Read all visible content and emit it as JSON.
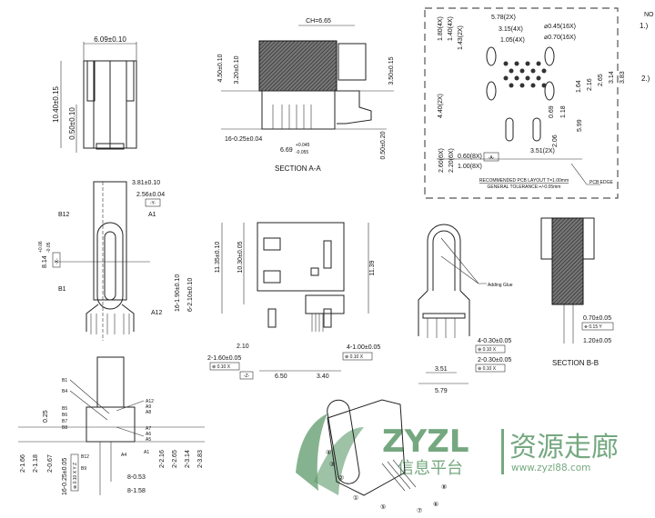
{
  "front_view": {
    "width": "6.09±0.10",
    "height": "10.40±0.15",
    "offset": "0.50±0.10"
  },
  "section_aa": {
    "ch": "CH=6.65",
    "h1": "4.50±0.10",
    "h2": "3.20±0.10",
    "h3": "3.50±0.15",
    "pins": "16-0.25±0.04",
    "w_base": "6.69",
    "w_plus": "+0.045",
    "w_minus": "-0.055",
    "gap": "0.50±0.20",
    "title": "SECTION A-A"
  },
  "pcb_layout": {
    "d1": "5.78(2X)",
    "d2": "3.15(4X)",
    "d3": "1.05(4X)",
    "hole1": "⌀0.45(16X)",
    "hole2": "⌀0.70(16X)",
    "v1": "1.80(4X)",
    "v2": "1.40(4X)",
    "v3": "1.43(2X)",
    "v4": "4.40(2X)",
    "r1": "1.64",
    "r2": "2.16",
    "r3": "2.65",
    "r4": "3.14",
    "r5": "3.83",
    "c1": "0.69",
    "c2": "1.18",
    "c3": "5.99",
    "c4": "2.06",
    "c5": "3.51(2X)",
    "b1": "2.60(6X)",
    "b2": "2.20(6X)",
    "b3": "0.60(8X)",
    "b4": "1.00(8X)",
    "datum": "-A-",
    "title": "RECOMMENDED PCB LAYOUT T=1.00mm",
    "tolerance": "GENERAL TOLERANCE:+/-0.05mm",
    "edge": "PCB EDGE"
  },
  "notes": {
    "head": "NO",
    "n1": "1.)",
    "n2": "2.)"
  },
  "end_view": {
    "w1": "3.81±0.10",
    "w2": "2.56±0.04",
    "datum_y": "-Y-",
    "b12": "B12",
    "a1": "A1",
    "b1": "B1",
    "a12": "A12",
    "h_base": "8.14",
    "h_plus": "+0.06",
    "h_minus": "-0.05",
    "datum_x": "-X-",
    "p1": "16-1.90±0.10",
    "p2": "6-2.10±0.10"
  },
  "side_view": {
    "h1": "11.35±0.10",
    "h2": "10.30±0.05",
    "h3": "11.39",
    "d1": "2.10",
    "d2": "2-1.60±0.05",
    "tol1": "⊕ 0.10 X",
    "datum_z": "-Z-",
    "d3": "6.50",
    "d4": "3.40",
    "d5": "4-1.00±0.05",
    "tol2": "⊕ 0.10 X"
  },
  "glue_view": {
    "glue": "Adding Glue",
    "p1": "4-0.30±0.05",
    "tol1": "⊕ 0.10 X",
    "p2": "2-0.30±0.05",
    "tol2": "⊕ 0.10 X",
    "w1": "3.51",
    "w2": "5.79"
  },
  "section_bb": {
    "d1": "0.70±0.05",
    "tol": "⌯ 0.15 Y",
    "d2": "1.20±0.05",
    "title": "SECTION B-B"
  },
  "bottom_view": {
    "left_pins": [
      "B1",
      "B4",
      "B5",
      "B6",
      "B7",
      "B8"
    ],
    "right_pins": [
      "A12",
      "A9",
      "A8",
      "A7",
      "A6",
      "A5",
      "A1"
    ],
    "a4": "A4",
    "b12": "B12",
    "b9": "B9",
    "d025": "0.25",
    "l1": "2-1.66",
    "l2": "2-1.18",
    "l3": "2-0.67",
    "l4": "16-0.25±0.05",
    "tol": "⊕ 0.10 X Y Z",
    "r1": "2-2.16",
    "r2": "2-2.65",
    "r3": "2-3.14",
    "r4": "2-3.83",
    "w1": "8-0.53",
    "w2": "8-1.58"
  },
  "callouts": [
    "①",
    "②",
    "③",
    "④",
    "⑤",
    "⑥",
    "⑦",
    "⑧"
  ],
  "watermark": {
    "logo": "ZYZL",
    "sub": "信息平台",
    "cn": "资源走廊",
    "url": "www.zyzl88.com"
  }
}
